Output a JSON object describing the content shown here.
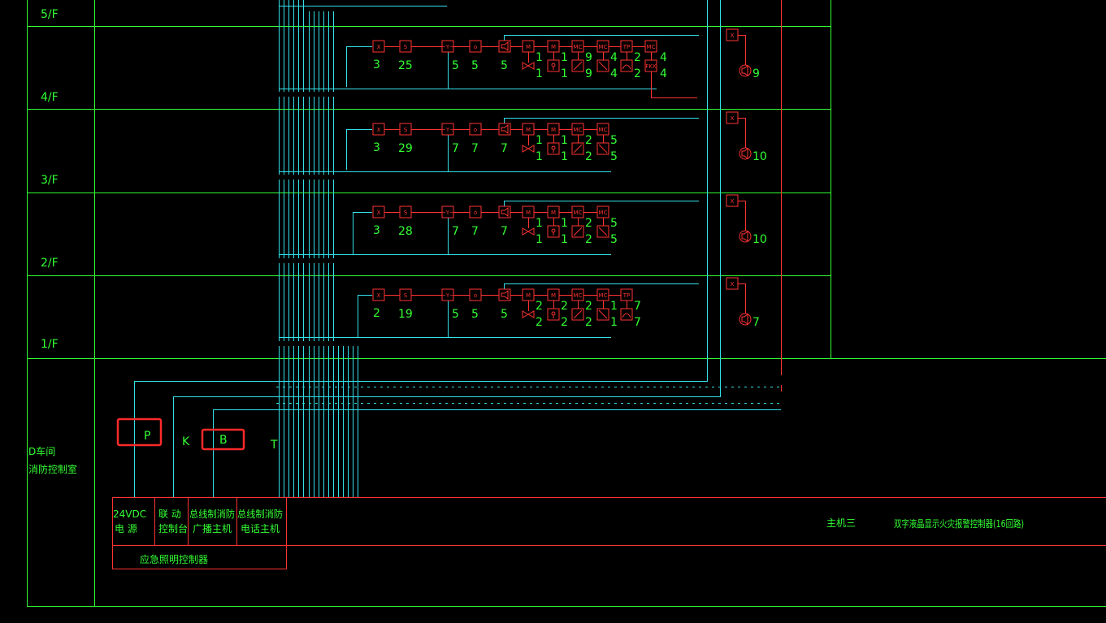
{
  "floors": [
    {
      "key": "5f",
      "label": "5/F"
    },
    {
      "key": "4f",
      "label": "4/F"
    },
    {
      "key": "3f",
      "label": "3/F"
    },
    {
      "key": "2f",
      "label": "2/F"
    },
    {
      "key": "1f",
      "label": "1/F"
    }
  ],
  "room": {
    "line1": "D车间",
    "line2": "消防控制室"
  },
  "riser_labels": {
    "p": "P",
    "k": "K",
    "b": "B",
    "t": "T"
  },
  "control_units": [
    {
      "line1": "24VDC",
      "line2": "电  源"
    },
    {
      "line1": "联  动",
      "line2": "控制台"
    },
    {
      "line1": "总线制消防",
      "line2": "广播主机"
    },
    {
      "line1": "总线制消防",
      "line2": "电话主机"
    }
  ],
  "emergency_controller": "应急照明控制器",
  "main_unit": {
    "name": "主机三",
    "description": "双字液晶显示火灾报警控制器(16回路)"
  },
  "device_symbols": {
    "x": "X",
    "s": "S",
    "heat": "~Y~",
    "o": "o",
    "m": "M",
    "mc": "MC",
    "tp": "TP",
    "fkx": "FKX"
  },
  "floor_counts": {
    "4f": {
      "x": "3",
      "s": "25",
      "heat": "5",
      "o": "5",
      "horn": "5",
      "valve": [
        "1",
        "1"
      ],
      "m2": [
        "1",
        "1"
      ],
      "mc1": [
        "9",
        "9"
      ],
      "mc2": [
        "4",
        "4"
      ],
      "tp": [
        "2",
        "2"
      ],
      "mc3": "4",
      "fkx": "4",
      "speaker": "9"
    },
    "3f": {
      "x": "3",
      "s": "29",
      "heat": "7",
      "o": "7",
      "horn": "7",
      "valve": [
        "1",
        "1"
      ],
      "m2": [
        "1",
        "1"
      ],
      "mc1": [
        "2",
        "2"
      ],
      "mc2": [
        "5",
        "5"
      ],
      "speaker": "10"
    },
    "2f": {
      "x": "3",
      "s": "28",
      "heat": "7",
      "o": "7",
      "horn": "7",
      "valve": [
        "1",
        "1"
      ],
      "m2": [
        "1",
        "1"
      ],
      "mc1": [
        "2",
        "2"
      ],
      "mc2": [
        "5",
        "5"
      ],
      "speaker": "10"
    },
    "1f": {
      "x": "2",
      "s": "19",
      "heat": "5",
      "o": "5",
      "horn": "5",
      "valve": [
        "2",
        "2"
      ],
      "m2": [
        "2",
        "2"
      ],
      "mc1": [
        "2",
        "2"
      ],
      "mc2": [
        "1",
        "1"
      ],
      "tp": [
        "7",
        "7"
      ],
      "speaker": "7"
    }
  },
  "colors": {
    "grid": "#33ff33",
    "bus": "#33e0e8",
    "device": "#ff3333",
    "highlight": "#ff2a2a",
    "background": "#000000"
  }
}
